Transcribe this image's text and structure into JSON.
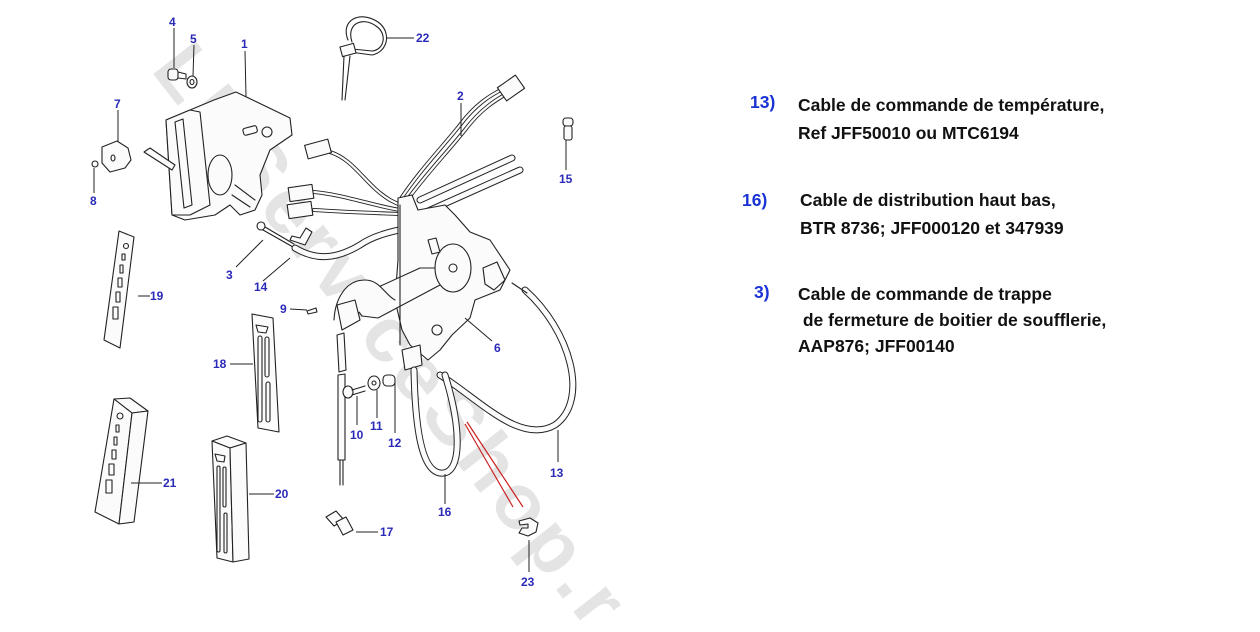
{
  "diagram": {
    "watermark": "LRServiceShop.r",
    "callouts": [
      {
        "id": "1",
        "label": "1"
      },
      {
        "id": "2",
        "label": "2"
      },
      {
        "id": "3",
        "label": "3"
      },
      {
        "id": "4",
        "label": "4"
      },
      {
        "id": "5",
        "label": "5"
      },
      {
        "id": "6",
        "label": "6"
      },
      {
        "id": "7",
        "label": "7"
      },
      {
        "id": "8",
        "label": "8"
      },
      {
        "id": "9",
        "label": "9"
      },
      {
        "id": "10",
        "label": "10"
      },
      {
        "id": "11",
        "label": "11"
      },
      {
        "id": "12",
        "label": "12"
      },
      {
        "id": "13",
        "label": "13"
      },
      {
        "id": "14",
        "label": "14"
      },
      {
        "id": "15",
        "label": "15"
      },
      {
        "id": "16",
        "label": "16"
      },
      {
        "id": "17",
        "label": "17"
      },
      {
        "id": "18",
        "label": "18"
      },
      {
        "id": "19",
        "label": "19"
      },
      {
        "id": "20",
        "label": "20"
      },
      {
        "id": "21",
        "label": "21"
      },
      {
        "id": "22",
        "label": "22"
      },
      {
        "id": "23",
        "label": "23"
      }
    ],
    "colors": {
      "callout": "#2a2ab8",
      "line": "#222222",
      "pointer": "#cc2222",
      "watermark": "#e4e4e4"
    }
  },
  "notes": [
    {
      "number": "13)",
      "lines": [
        "Cable de commande de température,",
        "Ref JFF50010 ou MTC6194"
      ]
    },
    {
      "number": "16)",
      "lines": [
        "Cable de distribution haut bas,",
        "BTR 8736; JFF000120 et 347939"
      ]
    },
    {
      "number": "3)",
      "lines": [
        "Cable de commande de trappe",
        " de fermeture de boitier de soufflerie,",
        "AAP876; JFF00140"
      ]
    }
  ],
  "note_number_color": "#1a33d6"
}
